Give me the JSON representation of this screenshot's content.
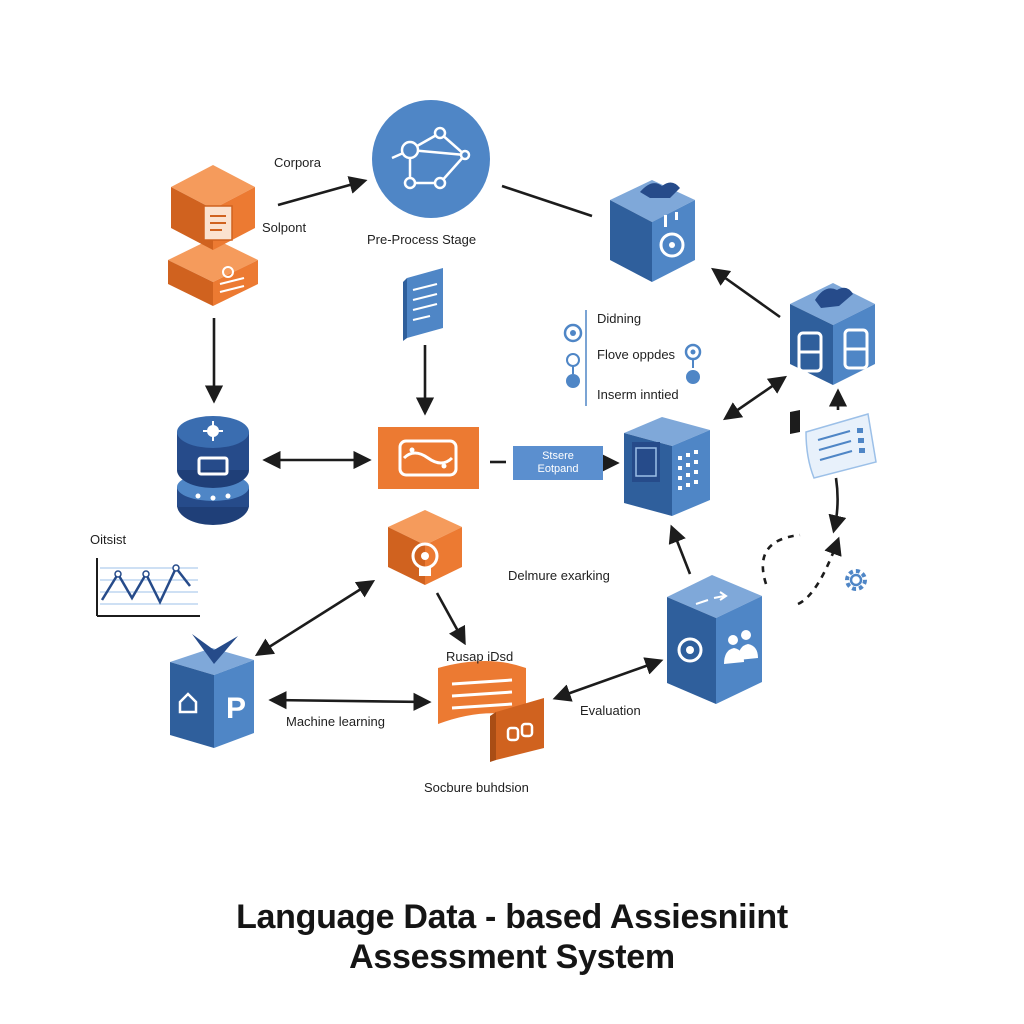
{
  "title": {
    "line1": "Language Data - based Assiesniint",
    "line2": "Assessment System"
  },
  "labels": {
    "corpora": "Corpora",
    "solpont": "Solpont",
    "preprocess": "Pre-Process Stage",
    "didning": "Didning",
    "flove": "Flove oppdes",
    "inserm": "Inserm inntied",
    "stage_box": "Stsere\nEotpand",
    "oitsist": "Oitsist",
    "delmure": "Delmure exarking",
    "rusap": "Rusap iDsd",
    "machine_learning": "Machine learning",
    "evaluation": "Evaluation",
    "socbure": "Socbure buhdsion"
  },
  "colors": {
    "blue": "#4f86c6",
    "blue_dark": "#2f5f9c",
    "navy": "#264b8a",
    "orange": "#ec7a32",
    "orange_dark": "#d0621f",
    "arrow": "#1c1c1c"
  },
  "icons": [
    "network-circle-icon",
    "orange-document-cubes-icon",
    "database-cylinder-icon",
    "orange-wave-box-icon",
    "lightbulb-cube-icon",
    "line-chart-icon",
    "book-p-cube-icon",
    "orange-scroll-icon",
    "people-cube-icon",
    "grid-server-cube-icon",
    "document-sheet-icon",
    "eight-cube-icon",
    "robot-cube-icon",
    "blue-document-icon",
    "gear-icon"
  ]
}
